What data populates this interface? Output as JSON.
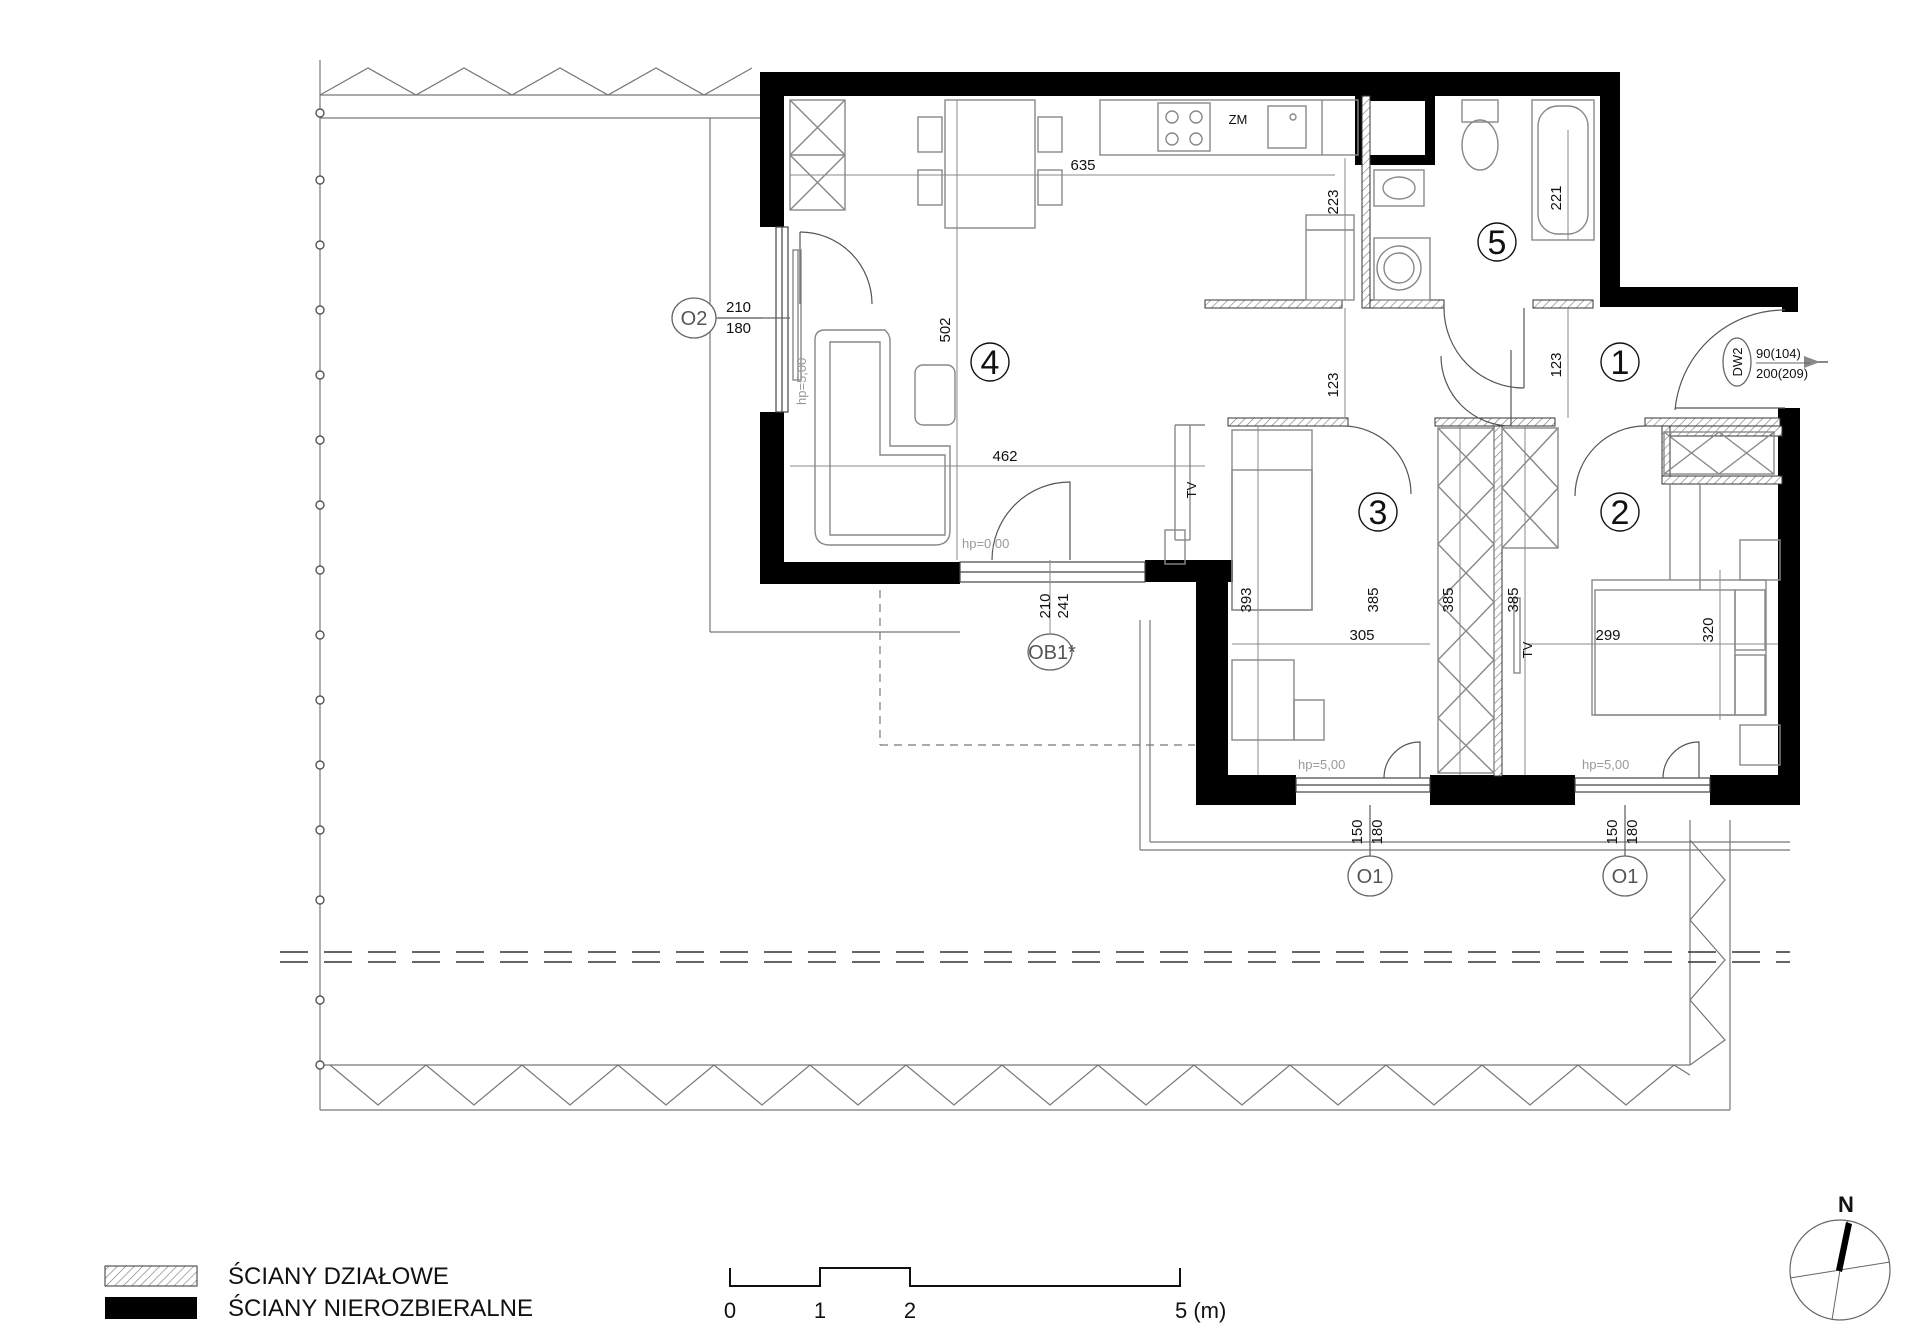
{
  "rooms": [
    {
      "number": "1"
    },
    {
      "number": "2"
    },
    {
      "number": "3"
    },
    {
      "number": "4"
    },
    {
      "number": "5"
    }
  ],
  "dimensions": {
    "living_width_top": "635",
    "living_height": "502",
    "living_width_bottom": "462",
    "kitchen_depth": "223",
    "bath_depth": "221",
    "hall_left": "123",
    "hall_right": "123",
    "room3_height_a": "393",
    "room3_height_b": "385",
    "room3_width": "305",
    "closet_height": "385",
    "room2_height": "385",
    "room2_width": "299",
    "bed_height": "320"
  },
  "appliance_labels": {
    "zm": "ZM",
    "tv_a": "TV",
    "tv_b": "TV"
  },
  "level_notes": {
    "hp_living": "hp=0,00",
    "hp_window_left": "hp=5,00",
    "hp_room3": "hp=5,00",
    "hp_room2": "hp=5,00"
  },
  "openings": {
    "o2": {
      "tag": "O2",
      "top": "210",
      "bottom": "180"
    },
    "ob1": {
      "tag": "OB1*",
      "top": "210",
      "bottom": "241"
    },
    "o1_left": {
      "tag": "O1",
      "top": "150",
      "bottom": "180"
    },
    "o1_right": {
      "tag": "O1",
      "top": "150",
      "bottom": "180"
    },
    "dw2": {
      "tag": "DW2",
      "top": "90(104)",
      "bottom": "200(209)"
    }
  },
  "legend": {
    "partition_walls": "ŚCIANY DZIAŁOWE",
    "load_bearing_walls": "ŚCIANY NIEROZBIERALNE"
  },
  "scale_bar": {
    "labels": [
      "0",
      "1",
      "2",
      "5 (m)"
    ]
  },
  "north_label": "N"
}
